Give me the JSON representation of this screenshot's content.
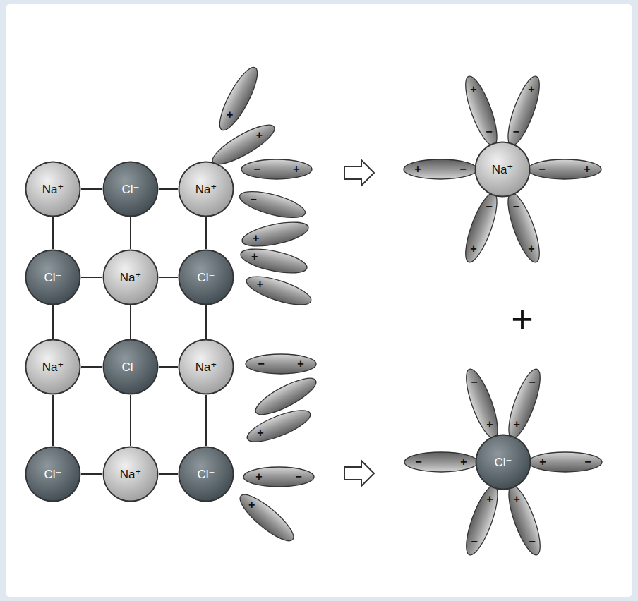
{
  "diagram": {
    "nodes": [
      {
        "text": [
          "Na⁺"
        ]
      },
      {
        "text": [
          "Cl⁻"
        ]
      },
      {
        "text": [
          "Na⁺"
        ]
      },
      {
        "text": [
          "Cl⁻"
        ]
      },
      {
        "text": [
          "Na⁺"
        ]
      },
      {
        "text": [
          "Cl⁻"
        ]
      },
      {
        "text": [
          "Na⁺"
        ]
      },
      {
        "text": [
          "Cl⁻"
        ]
      },
      {
        "text": [
          "Na⁺"
        ]
      },
      {
        "text": [
          "Cl⁻"
        ]
      },
      {
        "text": [
          "Na⁺"
        ]
      },
      {
        "text": [
          "Cl⁻"
        ]
      },
      {
        "text": [
          "Na⁺"
        ]
      },
      {
        "text": [
          "Cl⁻"
        ]
      }
    ],
    "edges": [
      {
        "from": 0,
        "to": 1,
        "arrow": "none"
      },
      {
        "from": 1,
        "to": 2,
        "arrow": "none"
      },
      {
        "from": 3,
        "to": 4,
        "arrow": "none"
      },
      {
        "from": 4,
        "to": 5,
        "arrow": "none"
      },
      {
        "from": 6,
        "to": 7,
        "arrow": "none"
      },
      {
        "from": 7,
        "to": 8,
        "arrow": "none"
      },
      {
        "from": 9,
        "to": 10,
        "arrow": "none"
      },
      {
        "from": 10,
        "to": 11,
        "arrow": "none"
      },
      {
        "from": 0,
        "to": 3,
        "arrow": "none"
      },
      {
        "from": 3,
        "to": 6,
        "arrow": "none"
      },
      {
        "from": 6,
        "to": 9,
        "arrow": "none"
      },
      {
        "from": 1,
        "to": 4,
        "arrow": "none"
      },
      {
        "from": 4,
        "to": 7,
        "arrow": "none"
      },
      {
        "from": 7,
        "to": 10,
        "arrow": "none"
      },
      {
        "from": 2,
        "to": 5,
        "arrow": "none"
      },
      {
        "from": 5,
        "to": 8,
        "arrow": "none"
      },
      {
        "from": 8,
        "to": 11,
        "arrow": "none"
      }
    ],
    "labels": [
      "+",
      "+",
      "−",
      "+",
      "−",
      "+",
      "+",
      "+",
      "−",
      "+",
      "+",
      "+",
      "−",
      "+",
      "−",
      "+",
      "−",
      "+",
      "−",
      "+",
      "−",
      "+",
      "−",
      "+",
      "−",
      "+",
      "+",
      "+",
      "−",
      "+",
      "−",
      "+",
      "−",
      "+",
      "−",
      "+",
      "−",
      "+",
      "−"
    ]
  }
}
